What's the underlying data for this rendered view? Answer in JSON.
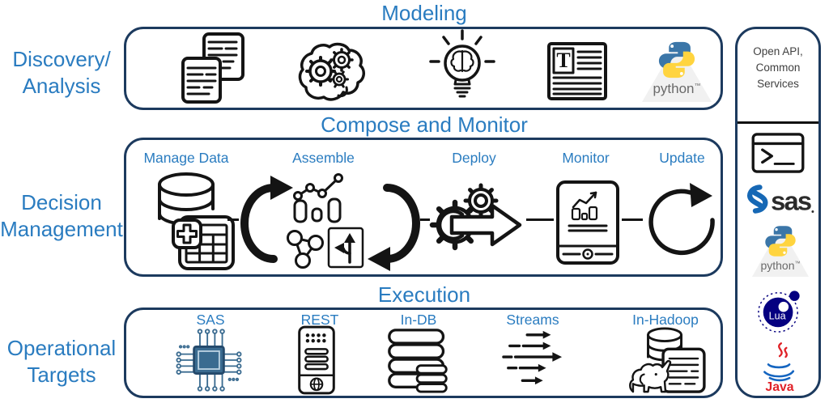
{
  "titles": {
    "modeling": "Modeling",
    "compose_monitor": "Compose and Monitor",
    "execution": "Execution"
  },
  "side_labels": {
    "discovery": {
      "line1": "Discovery/",
      "line2": "Analysis"
    },
    "decision": {
      "line1": "Decision",
      "line2": "Management"
    },
    "operational": {
      "line1": "Operational",
      "line2": "Targets"
    }
  },
  "modeling_row": {
    "icons": [
      "documents",
      "brain-gears",
      "idea-lightbulb-brain",
      "text-document",
      "python-logo"
    ]
  },
  "decision_row": {
    "steps": [
      {
        "label": "Manage Data",
        "icon": "database-table"
      },
      {
        "label": "Assemble",
        "icon": "chart-network-directions"
      },
      {
        "label": "Deploy",
        "icon": "gears-arrow"
      },
      {
        "label": "Monitor",
        "icon": "tablet-chart"
      },
      {
        "label": "Update",
        "icon": "refresh-arrow"
      }
    ]
  },
  "execution_row": {
    "steps": [
      {
        "label": "SAS",
        "icon": "cpu-chip"
      },
      {
        "label": "REST",
        "icon": "server"
      },
      {
        "label": "In-DB",
        "icon": "database-stack"
      },
      {
        "label": "Streams",
        "icon": "stream-arrows"
      },
      {
        "label": "In-Hadoop",
        "icon": "hadoop-elephant-database"
      }
    ]
  },
  "sidebar": {
    "title": {
      "line1": "Open API,",
      "line2": "Common",
      "line3": "Services"
    },
    "icons": [
      "terminal",
      "sas-logo",
      "python-logo",
      "lua-logo",
      "java-logo"
    ]
  },
  "logos": {
    "python_text": "python",
    "python_tm": "™",
    "sas_text": "sas",
    "lua_text": "Lua",
    "java_text": "Java",
    "text_document_letter": "T"
  },
  "colors": {
    "accent_blue": "#2A7CC0",
    "border_navy": "#1C3A5E",
    "icon_ink": "#141414",
    "python_blue": "#3B76A8",
    "python_yellow": "#FFD43F",
    "sas_blue": "#1668B5",
    "lua_navy": "#050080",
    "java_red": "#E02127",
    "java_blue": "#1565C0",
    "chip_blue": "#3A6B90"
  }
}
